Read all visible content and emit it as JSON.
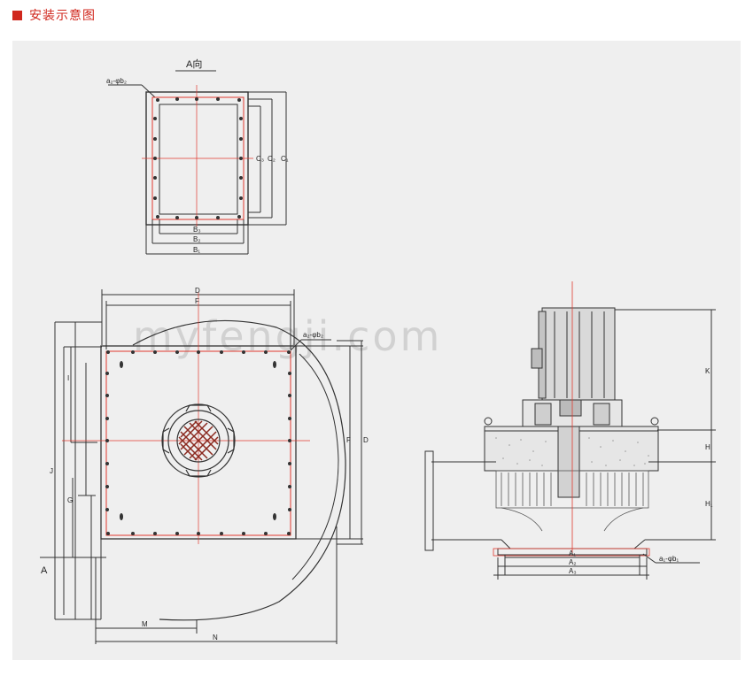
{
  "header": {
    "title": "安装示意图",
    "accent": "#d0271d"
  },
  "watermark": "myfengji.com",
  "view_a": {
    "title": "A向",
    "hole_label": "a₂-φb₂",
    "b_labels": [
      "B₃",
      "B₂",
      "B₁"
    ],
    "c_labels": [
      "C₃",
      "C₂",
      "C₁"
    ]
  },
  "front_view": {
    "top_labels": [
      "D",
      "F"
    ],
    "right_labels": [
      "F",
      "D"
    ],
    "left_labels": [
      "I",
      "J",
      "G"
    ],
    "outlet_label": "A",
    "hole_label": "a₂-φb₂",
    "bottom_labels": [
      "M",
      "N"
    ]
  },
  "side_view": {
    "right_labels": [
      "K",
      "H",
      "H₁"
    ],
    "bottom_labels": [
      "A₁",
      "A₂",
      "A₃"
    ],
    "hole_label": "a₁-φb₁"
  },
  "colors": {
    "line": "#333333",
    "center": "#e03a2f",
    "panel": "#efefef"
  }
}
